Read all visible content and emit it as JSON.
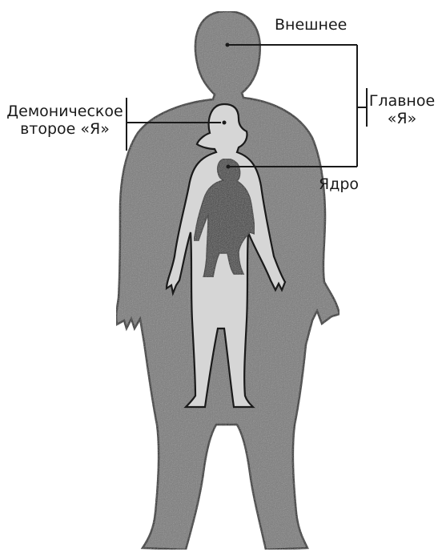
{
  "diagram": {
    "labels": {
      "outer": "Внешнее",
      "core": "Ядро",
      "main_self_line1": "Главное",
      "main_self_line2": "«Я»",
      "demonic_line1": "Демоническое",
      "demonic_line2": "второе «Я»"
    },
    "colors": {
      "outer_body": "#7a7a7a",
      "middle_body": "#d6d6d6",
      "core_body": "#3f3f3f",
      "outline": "#1a1a1a",
      "background": "#ffffff"
    }
  }
}
